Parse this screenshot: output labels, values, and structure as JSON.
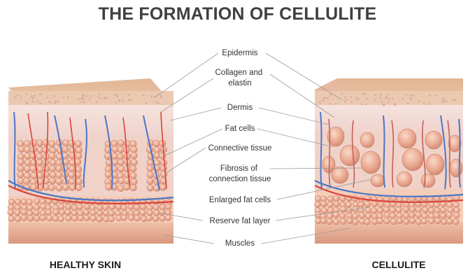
{
  "title": "THE FORMATION OF CELLULITE",
  "labels": [
    {
      "lines": [
        "Epidermis"
      ]
    },
    {
      "lines": [
        "Collagen and",
        "elastin"
      ]
    },
    {
      "lines": [
        "Dermis"
      ]
    },
    {
      "lines": [
        "Fat cells"
      ]
    },
    {
      "lines": [
        "Connective tissue"
      ]
    },
    {
      "lines": [
        "Fibrosis of",
        "connection tissue"
      ]
    },
    {
      "lines": [
        "Enlarged fat cells"
      ]
    },
    {
      "lines": [
        "Reserve fat layer"
      ]
    },
    {
      "lines": [
        "Muscles"
      ]
    }
  ],
  "captions": {
    "left": "HEALTHY SKIN",
    "right": "CELLULITE"
  },
  "colors": {
    "epidermis": "#e9c3a5",
    "dermis": "#f2dcd6",
    "fat": "#e8aa92",
    "muscle": "#e0a78f",
    "artery": "#d9453c",
    "vein": "#4a76c8"
  }
}
